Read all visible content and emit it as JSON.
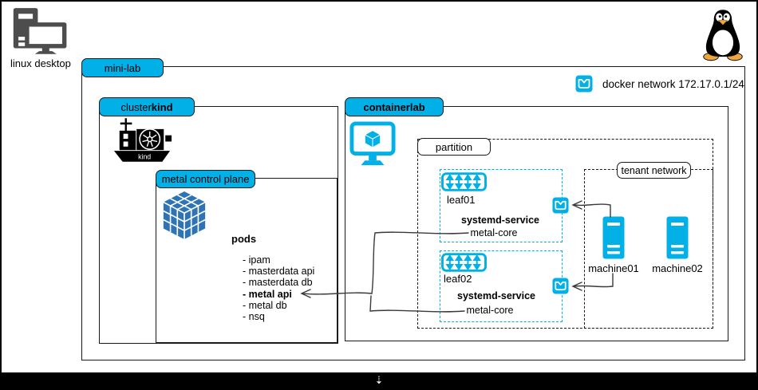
{
  "colors": {
    "accent": "#00b0e6",
    "cube_blue": "#2e74b5",
    "desktop_gray": "#4d4d4d"
  },
  "desktop": {
    "label": "linux desktop"
  },
  "minilab": {
    "label": "mini-lab",
    "docker_network_label": "docker network 172.17.0.1/24"
  },
  "cluster": {
    "label_prefix": "cluster ",
    "label_bold": "kind",
    "logo_text": "kind"
  },
  "metal_control_plane": {
    "label": "metal control plane",
    "pods_title": "pods",
    "pods": [
      "- ipam",
      "- masterdata api",
      "- masterdata db",
      "- metal api",
      "- metal db",
      "- nsq"
    ]
  },
  "containerlab": {
    "label": "containerlab",
    "partition": {
      "label": "partition",
      "leaves": [
        {
          "name": "leaf01",
          "service_title": "systemd-service",
          "service": "metal-core"
        },
        {
          "name": "leaf02",
          "service_title": "systemd-service",
          "service": "metal-core"
        }
      ],
      "tenant": {
        "label": "tenant network",
        "machines": [
          "machine01",
          "machine02"
        ]
      }
    }
  },
  "footer": {
    "scroll_glyph": "⇣"
  }
}
